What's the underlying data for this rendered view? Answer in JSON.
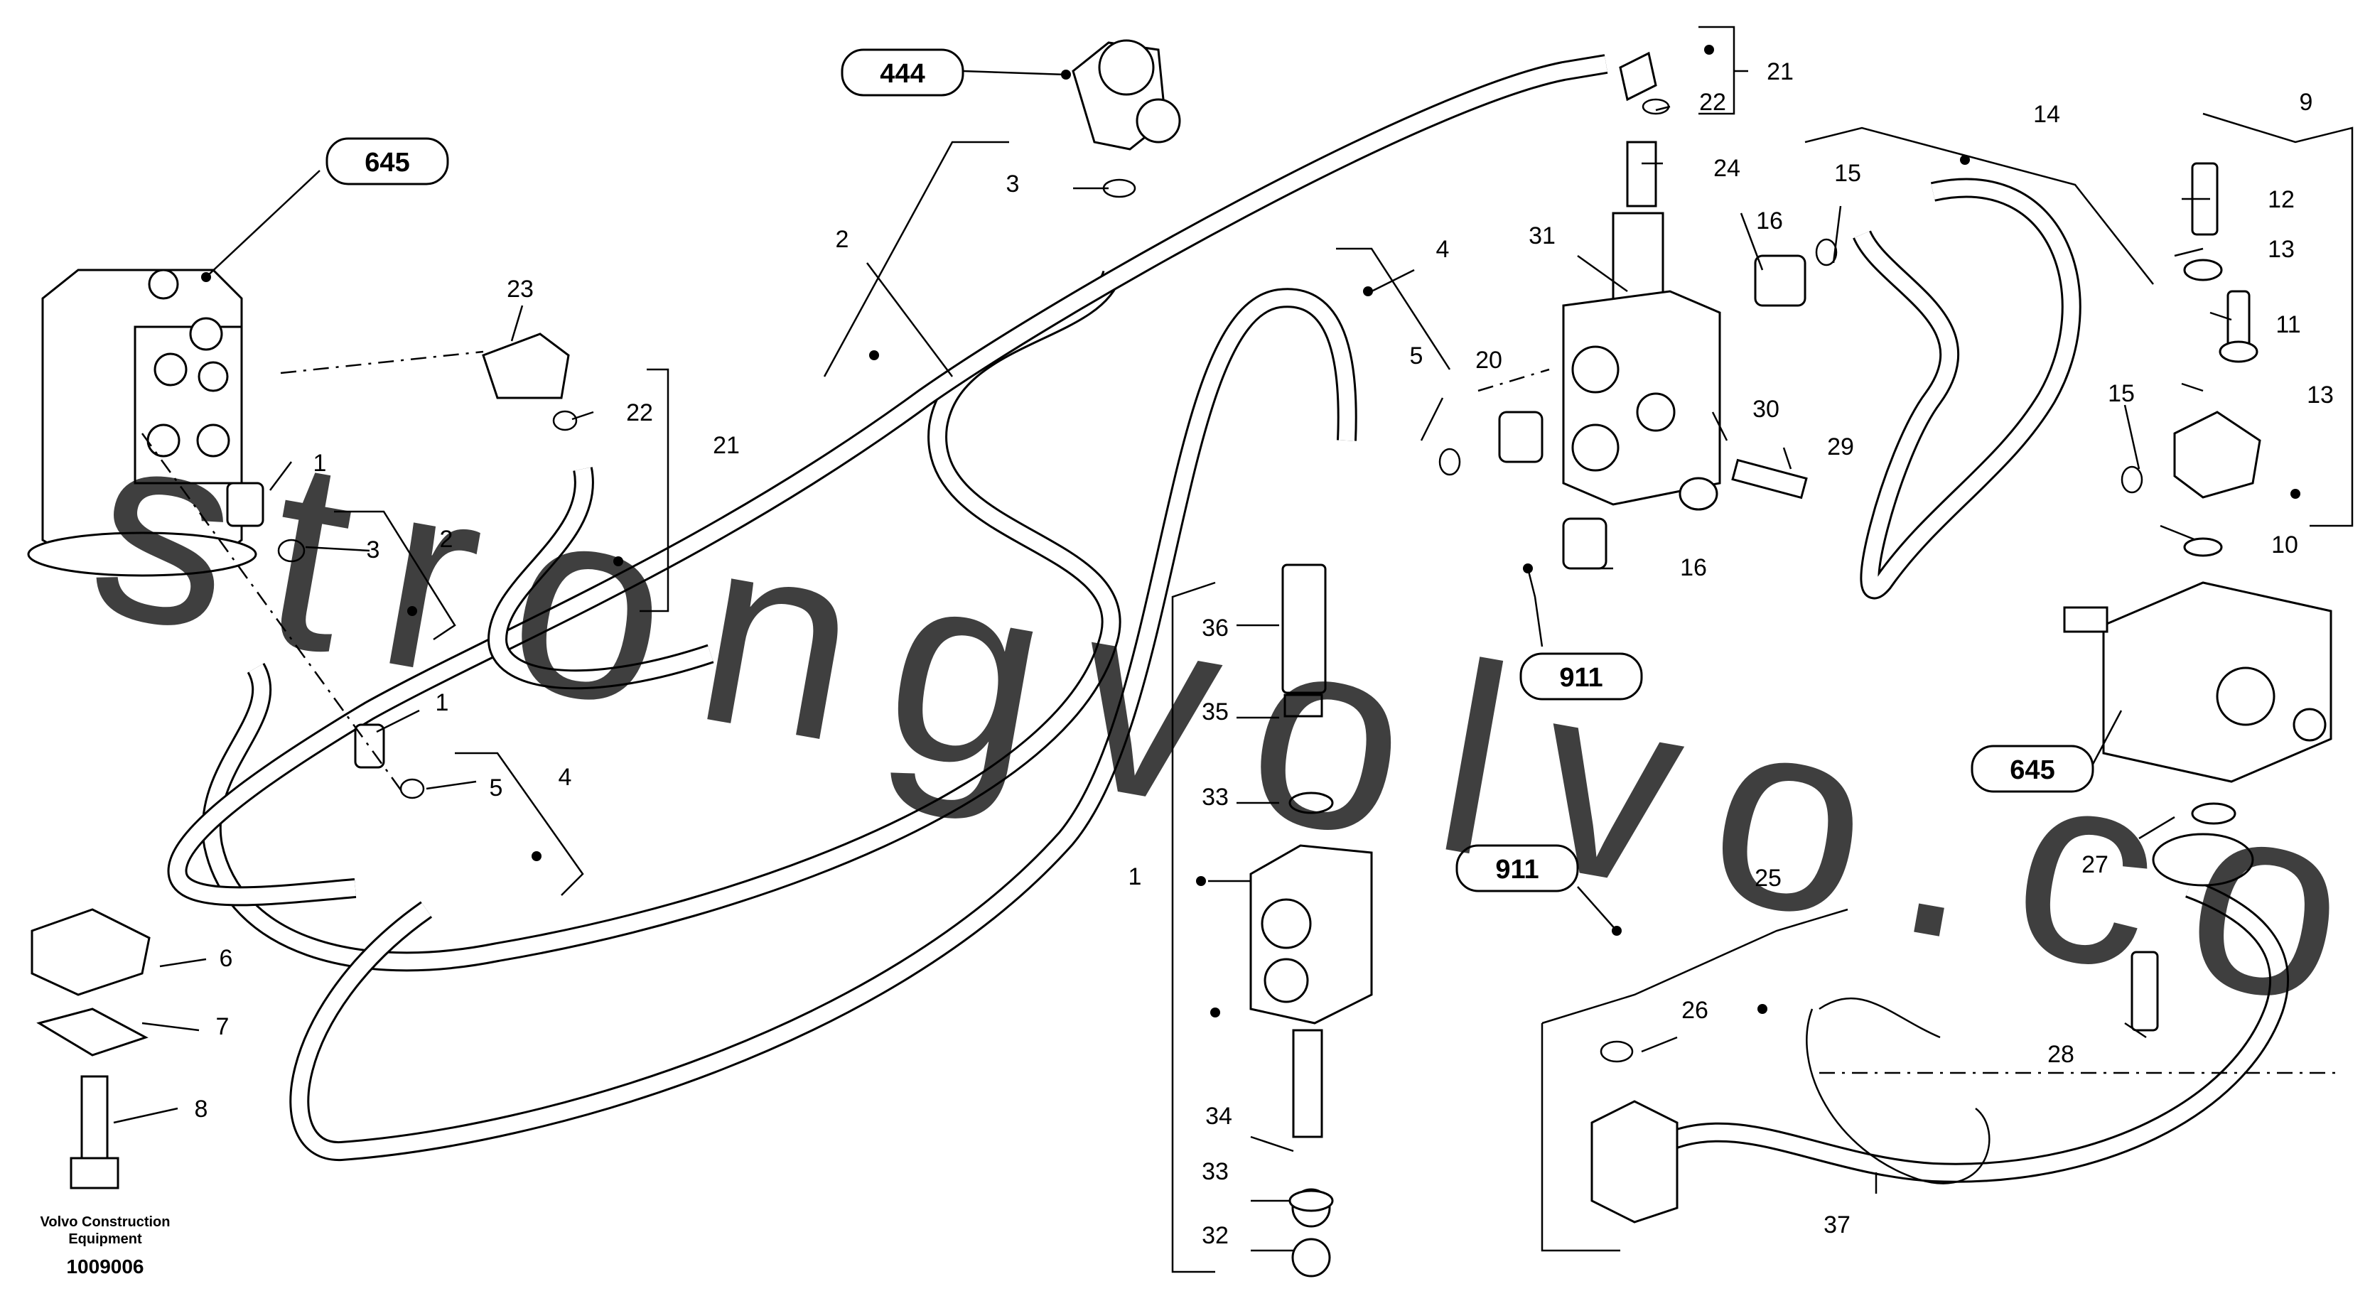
{
  "callouts": {
    "c444": "444",
    "c645_top": "645",
    "c645_right": "645",
    "c911_mid": "911",
    "c911_bottom": "911"
  },
  "labels": {
    "n21_top": "21",
    "n22_top": "22",
    "n24": "24",
    "n31": "31",
    "n3_top": "3",
    "n2_top": "2",
    "n4_mid": "4",
    "n5_mid": "5",
    "n20": "20",
    "n30": "30",
    "n29": "29",
    "n16_a": "16",
    "n16_b": "16",
    "n15_a": "15",
    "n14": "14",
    "n9": "9",
    "n12": "12",
    "n13_a": "13",
    "n11": "11",
    "n13_b": "13",
    "n15_b": "15",
    "n10": "10",
    "n23": "23",
    "n22_left": "22",
    "n21_left": "21",
    "n1_a": "1",
    "n3_left": "3",
    "n2_left": "2",
    "n1_b": "1",
    "n5_left": "5",
    "n4_left": "4",
    "n6": "6",
    "n7": "7",
    "n8": "8",
    "n36": "36",
    "n35": "35",
    "n33_a": "33",
    "n1_valve": "1",
    "n34": "34",
    "n33_b": "33",
    "n32": "32",
    "n25": "25",
    "n26": "26",
    "n27": "27",
    "n28": "28",
    "n37": "37"
  },
  "footer": {
    "brand_line1": "Volvo Construction",
    "brand_line2": "Equipment",
    "drawing_number": "1009006"
  },
  "watermark": "strongvolvo.com",
  "colors": {
    "line": "#000000",
    "background": "#ffffff",
    "watermark": "#e7a4a8"
  }
}
